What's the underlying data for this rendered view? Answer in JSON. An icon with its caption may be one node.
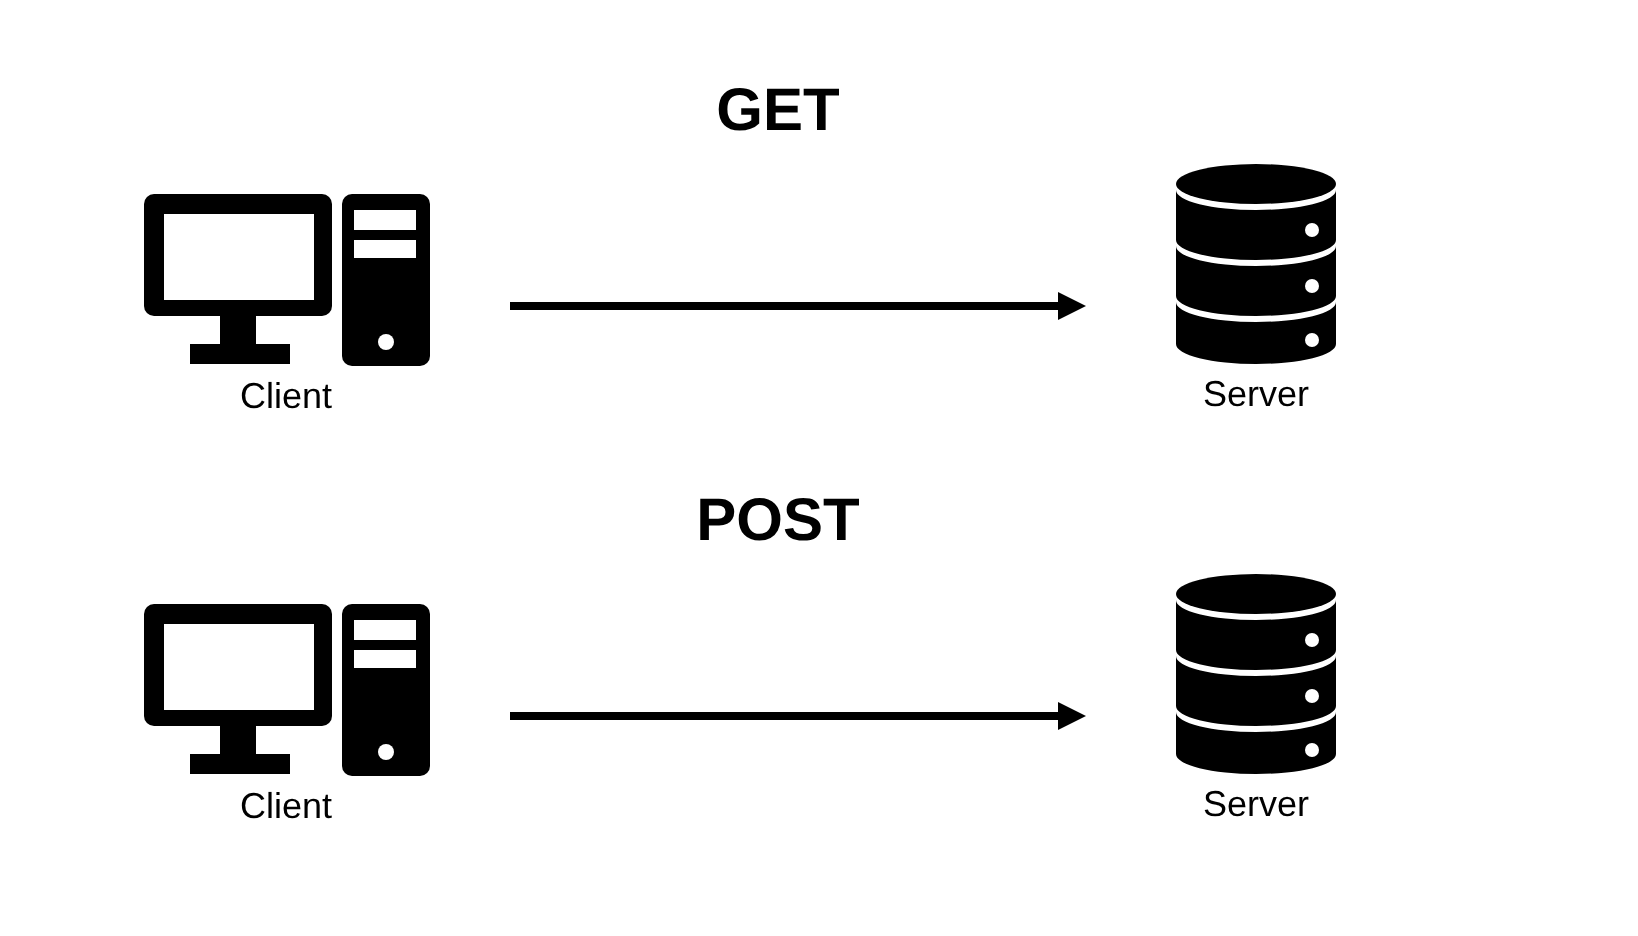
{
  "diagram": {
    "nodes": [
      {
        "text": [
          "Client"
        ]
      },
      {
        "text": [
          "Server"
        ]
      },
      {
        "text": [
          "Client"
        ]
      },
      {
        "text": [
          "Server"
        ]
      }
    ],
    "edges": [
      {
        "from": 0,
        "to": 1,
        "arrow": "to",
        "label": "GET"
      },
      {
        "from": 2,
        "to": 3,
        "arrow": "to",
        "label": "POST"
      }
    ]
  }
}
